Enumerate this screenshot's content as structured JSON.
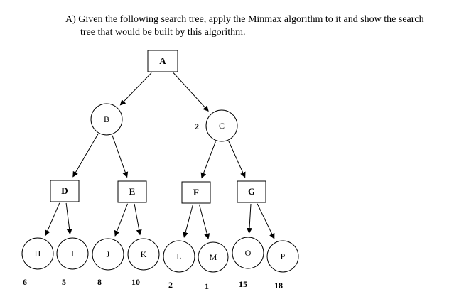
{
  "question": {
    "line1": "A)  Given the following search tree, apply the Minmax algorithm to it and show the search",
    "line2": "tree that would be built by this algorithm."
  },
  "tree": {
    "nodes": [
      {
        "id": "A",
        "label": "A",
        "shape": "box"
      },
      {
        "id": "B",
        "label": "B",
        "shape": "circle"
      },
      {
        "id": "C",
        "label": "C",
        "shape": "circle",
        "annotation": "2"
      },
      {
        "id": "D",
        "label": "D",
        "shape": "box"
      },
      {
        "id": "E",
        "label": "E",
        "shape": "box"
      },
      {
        "id": "F",
        "label": "F",
        "shape": "box"
      },
      {
        "id": "G",
        "label": "G",
        "shape": "box"
      },
      {
        "id": "H",
        "label": "H",
        "shape": "circle",
        "value": "6"
      },
      {
        "id": "I",
        "label": "I",
        "shape": "circle",
        "value": "5"
      },
      {
        "id": "J",
        "label": "J",
        "shape": "circle",
        "value": "8"
      },
      {
        "id": "K",
        "label": "K",
        "shape": "circle",
        "value": "10"
      },
      {
        "id": "L",
        "label": "L",
        "shape": "circle",
        "value": "2"
      },
      {
        "id": "M",
        "label": "M",
        "shape": "circle",
        "value": "1"
      },
      {
        "id": "O",
        "label": "O",
        "shape": "circle",
        "value": "15"
      },
      {
        "id": "P",
        "label": "P",
        "shape": "circle",
        "value": "18"
      }
    ],
    "edges": [
      [
        "A",
        "B"
      ],
      [
        "A",
        "C"
      ],
      [
        "B",
        "D"
      ],
      [
        "B",
        "E"
      ],
      [
        "C",
        "F"
      ],
      [
        "C",
        "G"
      ],
      [
        "D",
        "H"
      ],
      [
        "D",
        "I"
      ],
      [
        "E",
        "J"
      ],
      [
        "E",
        "K"
      ],
      [
        "F",
        "L"
      ],
      [
        "F",
        "M"
      ],
      [
        "G",
        "O"
      ],
      [
        "G",
        "P"
      ]
    ]
  }
}
